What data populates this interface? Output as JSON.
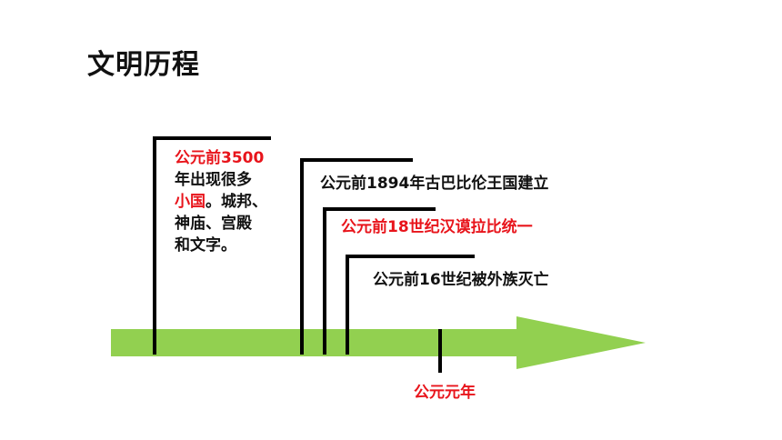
{
  "slide": {
    "title": "文明历程"
  },
  "timeline": {
    "arrow_color": "#92d050",
    "line_color": "#000000",
    "highlight_color": "#e8141b"
  },
  "events": {
    "e1": {
      "line1": "公元前3500",
      "line2": "年出现很多",
      "line3_red": "小国",
      "line3_rest": "。城邦、",
      "line4": "神庙、宫殿",
      "line5": "和文字。"
    },
    "e2": {
      "text": "公元前1894年古巴比伦王国建立"
    },
    "e3": {
      "text": "公元前18世纪汉谟拉比统一"
    },
    "e4": {
      "text": "公元前16世纪被外族灭亡"
    },
    "e5": {
      "text": "公元元年"
    }
  }
}
